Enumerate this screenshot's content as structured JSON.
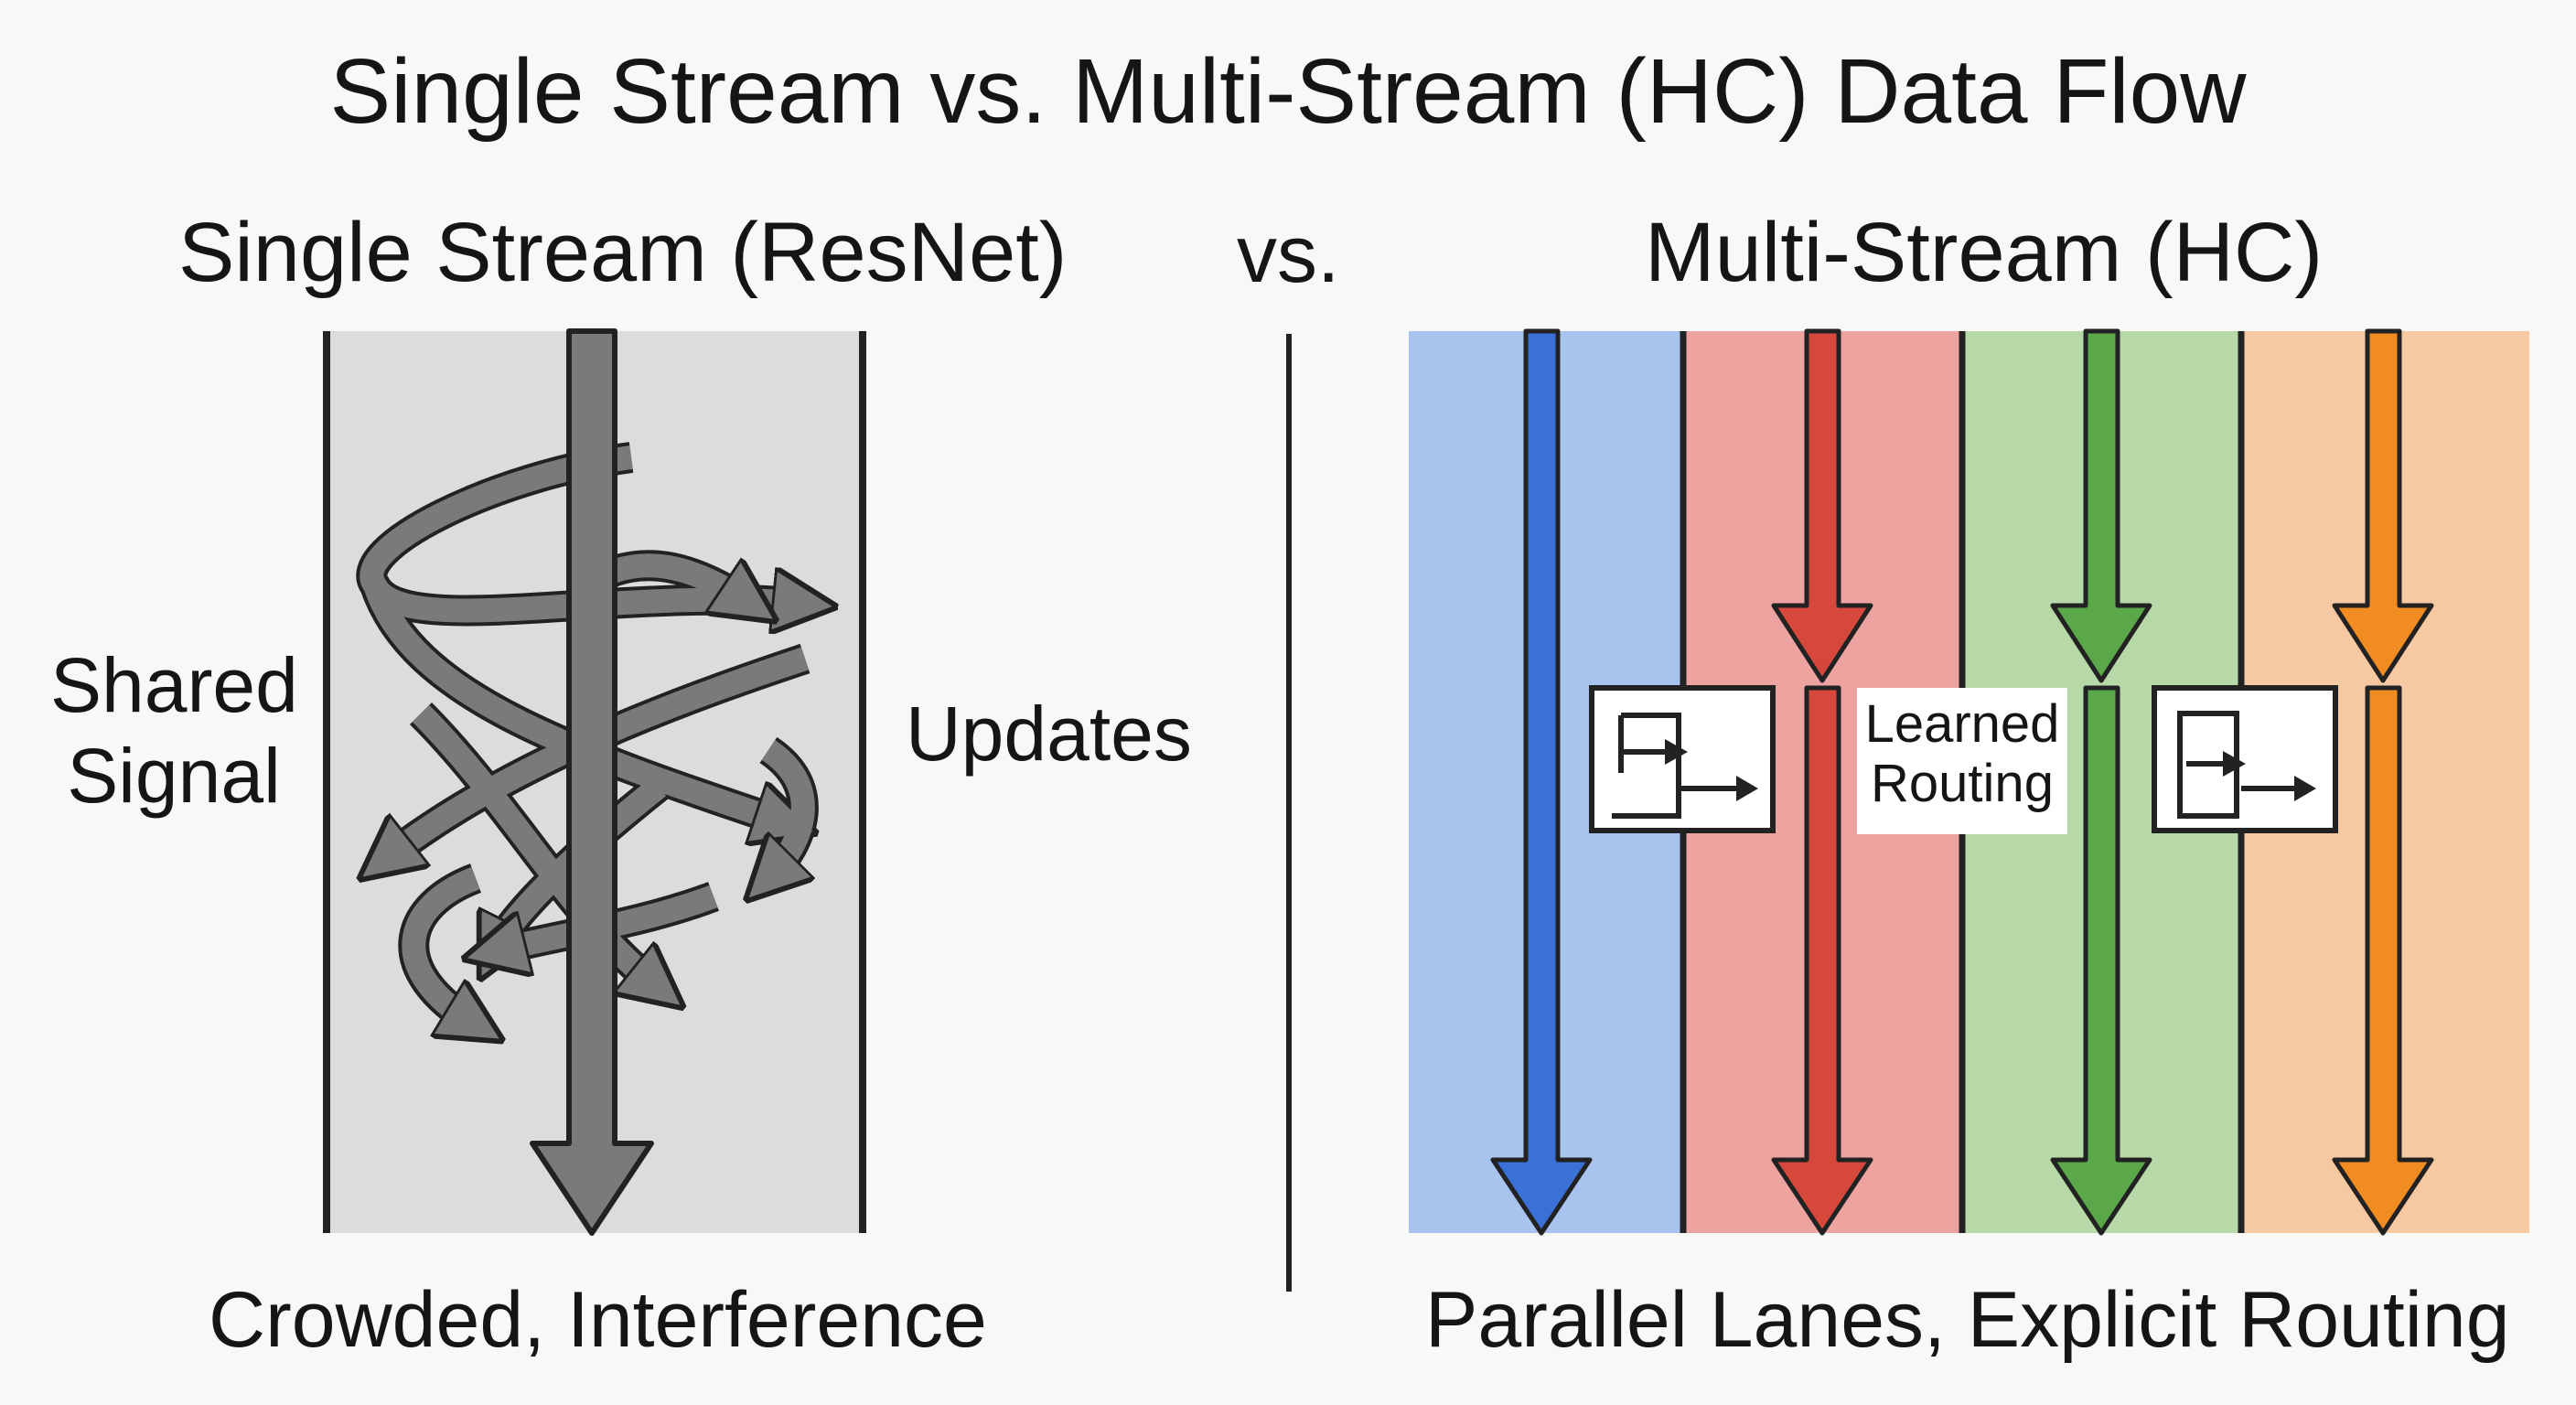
{
  "title": "Single Stream vs. Multi-Stream (HC) Data Flow",
  "left_panel": {
    "heading": "Single Stream (ResNet)",
    "side_label_left": "Shared Signal",
    "side_label_right": "Updates",
    "caption": "Crowded, Interference"
  },
  "separator": {
    "label": "vs."
  },
  "right_panel": {
    "heading": "Multi-Stream (HC)",
    "caption": "Parallel Lanes, Explicit Routing",
    "routing_label": "Learned Routing",
    "lanes": [
      {
        "name": "lane-blue",
        "fill": "#a8c4ee",
        "arrow": "#3b70d6"
      },
      {
        "name": "lane-red",
        "fill": "#eda3a0",
        "arrow": "#d6483c"
      },
      {
        "name": "lane-green",
        "fill": "#b7d9a8",
        "arrow": "#5aa84a"
      },
      {
        "name": "lane-orange",
        "fill": "#f7c9a3",
        "arrow": "#f08c22"
      }
    ]
  },
  "colors": {
    "left_panel_fill": "#dcdcdc",
    "arrow_gray": "#7a7a7a",
    "outline": "#222222"
  },
  "icons": [
    "routing-switch-icon",
    "routing-switch-icon"
  ]
}
